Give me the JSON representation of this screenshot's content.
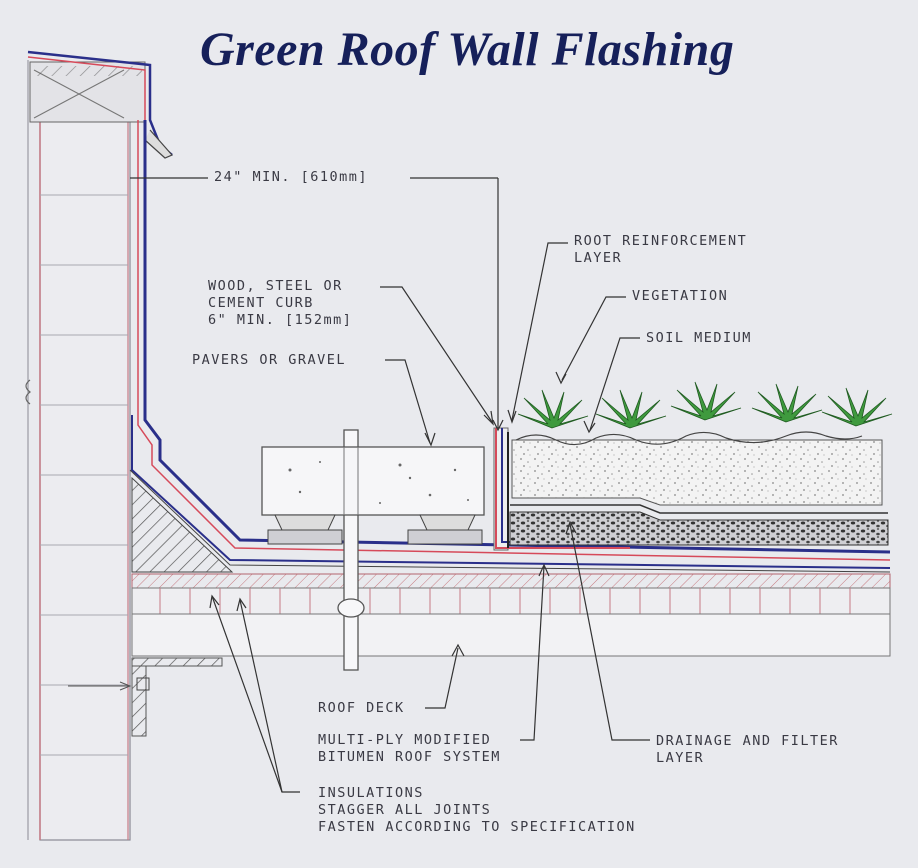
{
  "title": "Green Roof Wall Flashing",
  "colors": {
    "background": "#e9eaee",
    "title": "#16205a",
    "membrane_blue": "#2a2f8a",
    "membrane_red": "#d64a5a",
    "vegetation": "#3f9a3e",
    "line": "#3a3a44"
  },
  "labels": {
    "min_height": "24\" MIN. [610mm]",
    "root_reinforcement_1": "ROOT REINFORCEMENT",
    "root_reinforcement_2": "LAYER",
    "vegetation": "VEGETATION",
    "soil_medium": "SOIL MEDIUM",
    "curb_1": "WOOD, STEEL OR",
    "curb_2": "CEMENT CURB",
    "curb_3": "6\" MIN. [152mm]",
    "pavers": "PAVERS OR GRAVEL",
    "roof_deck": "ROOF DECK",
    "bitumen_1": "MULTI-PLY MODIFIED",
    "bitumen_2": "BITUMEN ROOF SYSTEM",
    "drainage_1": "DRAINAGE AND FILTER",
    "drainage_2": "LAYER",
    "insulation_1": "INSULATIONS",
    "insulation_2": "STAGGER ALL JOINTS",
    "insulation_3": "FASTEN ACCORDING TO SPECIFICATION"
  }
}
